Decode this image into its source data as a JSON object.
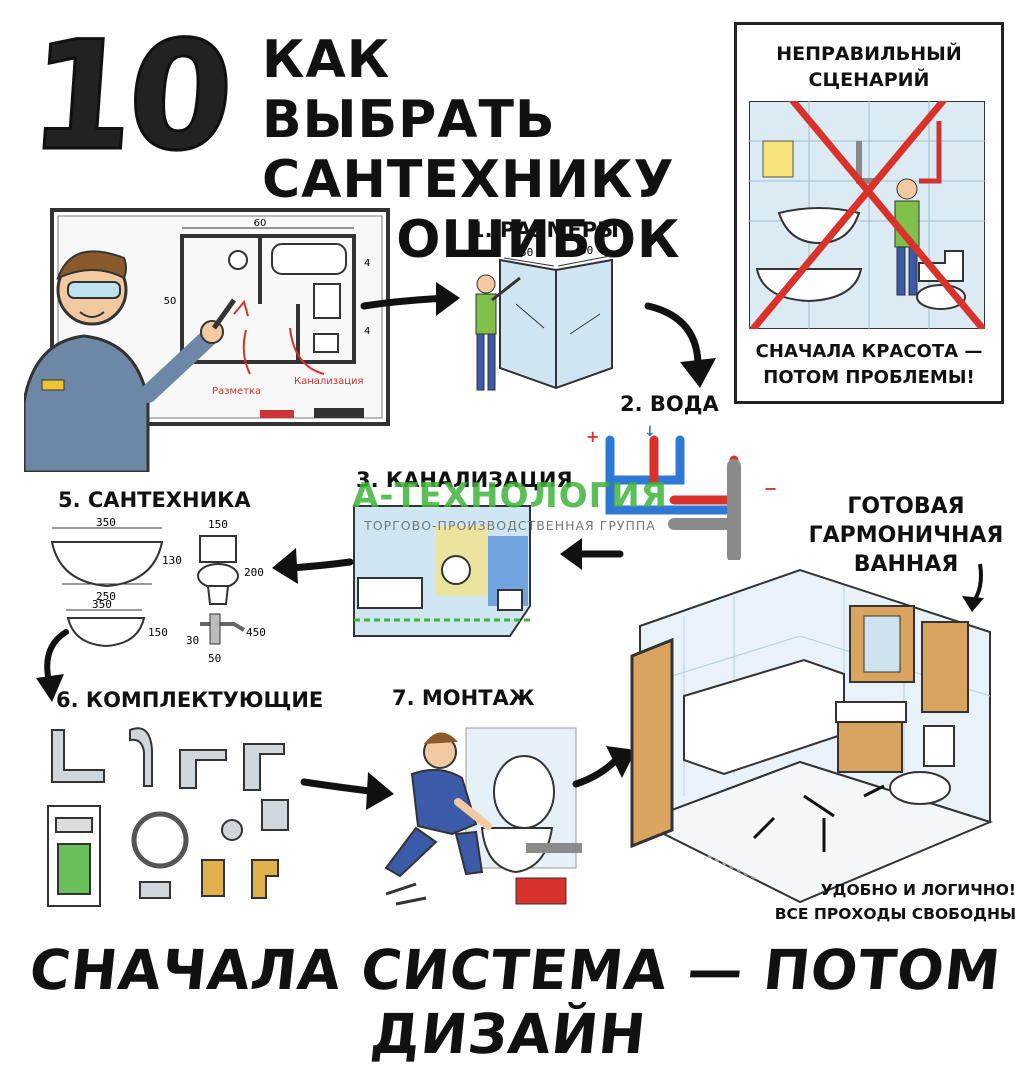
{
  "title": {
    "number": "10",
    "line1": "КАК ВЫБРАТЬ",
    "line2": "САНТЕХНИКУ",
    "line3": "БЕЗ ОШИБОК"
  },
  "steps": {
    "s1": "1. РАЗМЕРЫ",
    "s2": "2. ВОДА",
    "s3": "3. КАНАЛИЗАЦИЯ",
    "s5": "5. САНТЕХНИКА",
    "s6": "6. КОМПЛЕКТУЮЩИЕ",
    "s7": "7. МОНТАЖ"
  },
  "plan": {
    "width": "60",
    "side_left": "50",
    "side_right_top": "4",
    "side_right_bottom": "4",
    "note_left": "Разметка",
    "note_right": "Канализация"
  },
  "sizes": {
    "a": "50",
    "b": "50"
  },
  "wrong": {
    "title_line1": "НЕПРАВИЛЬНЫЙ",
    "title_line2": "СЦЕНАРИЙ",
    "foot_line1": "СНАЧАЛА КРАСОТА —",
    "foot_line2": "ПОТОМ ПРОБЛЕМЫ!"
  },
  "fixtures": {
    "bath_w": "350",
    "bath_h": "130",
    "bath_base": "250",
    "toilet_w": "150",
    "toilet_h": "200",
    "sink_w": "350",
    "sink_h": "150",
    "tap_h": "450",
    "tap_a": "30",
    "tap_b": "50"
  },
  "watermark": {
    "name": "А-ТЕХНОЛОГИЯ",
    "tagline": "ТОРГОВО-ПРОИЗВОДСТВЕННАЯ ГРУППА"
  },
  "ready": {
    "line1": "ГОТОВАЯ",
    "line2": "ГАРМОНИЧНАЯ",
    "line3": "ВАННАЯ"
  },
  "ok": {
    "line1": "УДОБНО И ЛОГИЧНО!",
    "line2": "ВСЕ ПРОХОДЫ СВОБОДНЫ"
  },
  "footer": "СНАЧАЛА СИСТЕМА — ПОТОМ ДИЗАЙН",
  "colors": {
    "accent_red": "#d9322b",
    "pipe_blue": "#2f78d6",
    "brand_green": "#3fb53a",
    "wood": "#d9a45f",
    "tile": "#cfe6f2"
  }
}
